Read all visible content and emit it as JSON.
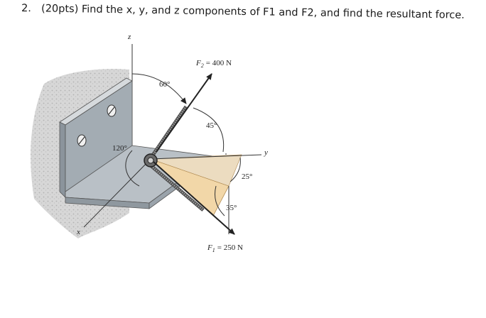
{
  "problem": {
    "number": "2.",
    "text": "(20pts) Find the x, y, and z components of F1 and F2, and find the resultant force."
  },
  "figure": {
    "axis_z": "z",
    "axis_y": "y",
    "axis_x": "x",
    "force_f2": {
      "symbol": "F",
      "subscript": "2",
      "value": "= 400 N"
    },
    "force_f1": {
      "symbol": "F",
      "subscript": "1",
      "value": "= 250 N"
    },
    "angle_60": "60°",
    "angle_45": "45°",
    "angle_120": "120°",
    "angle_25": "25°",
    "angle_35": "35°"
  },
  "colors": {
    "wall": "#c8c8c8",
    "bracket_front": "#9aa3ab",
    "bracket_top": "#b9c0c6",
    "plane_fill": "#f2d7a8",
    "arrow": "#222222"
  }
}
